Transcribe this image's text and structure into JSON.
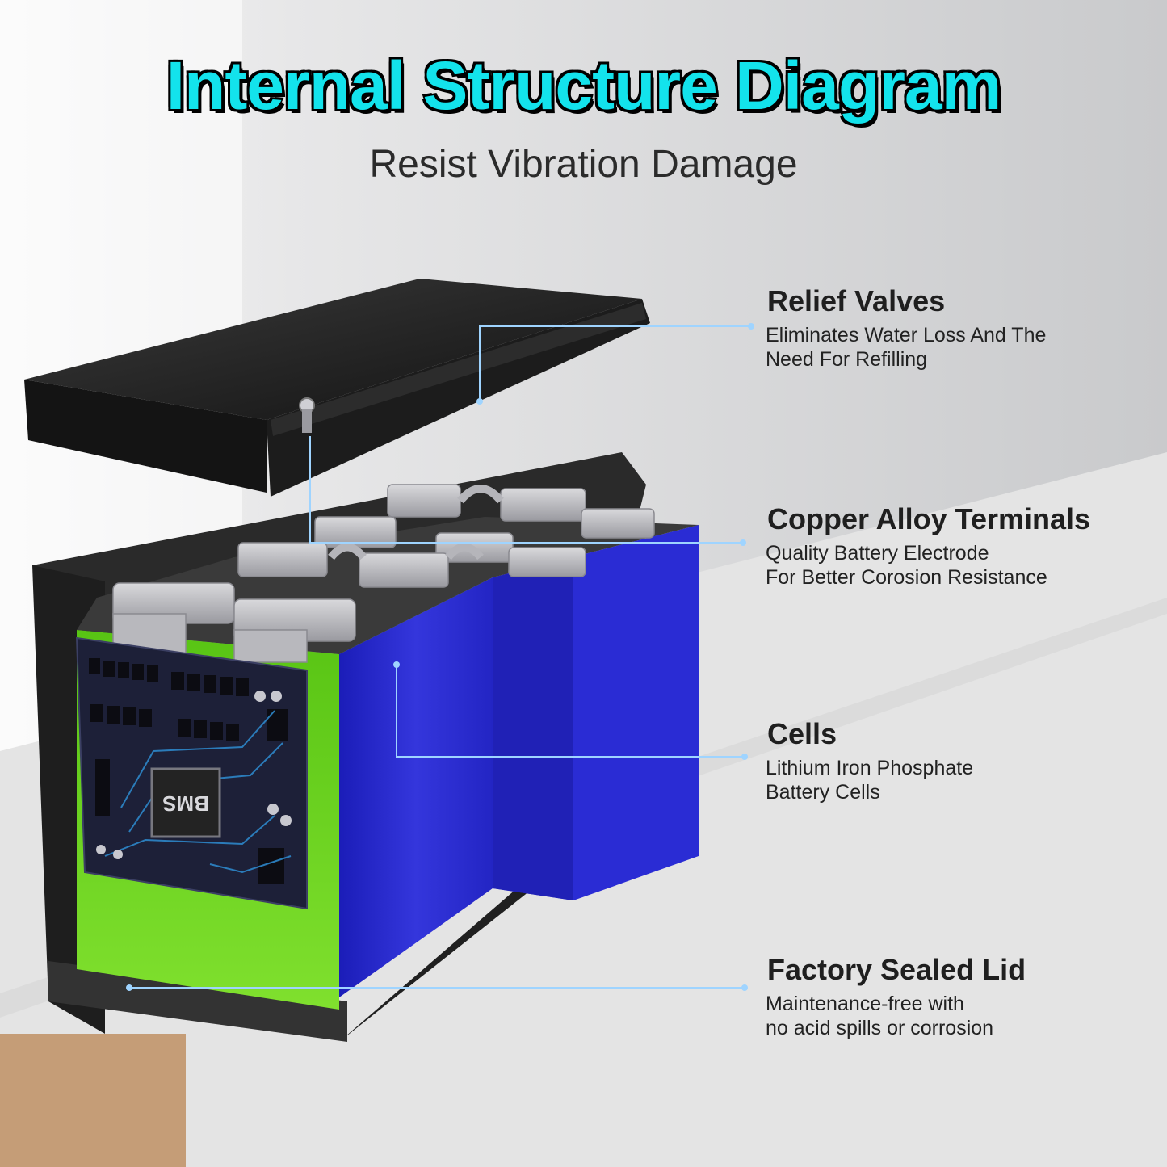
{
  "header": {
    "title": "Internal Structure Diagram",
    "subtitle": "Resist Vibration Damage"
  },
  "bms_label": "BMS",
  "callouts": [
    {
      "title": "Relief Valves",
      "lines": [
        "Eliminates Water Loss And The",
        "Need For Refilling"
      ]
    },
    {
      "title": "Copper Alloy Terminals",
      "lines": [
        "Quality Battery Electrode",
        "For Better Corosion Resistance"
      ]
    },
    {
      "title": "Cells",
      "lines": [
        "Lithium Iron Phosphate",
        "Battery Cells"
      ]
    },
    {
      "title": "Factory Sealed Lid",
      "lines": [
        "Maintenance-free with",
        "no acid spills or corrosion"
      ]
    }
  ],
  "colors": {
    "accent": "#13e3ec",
    "leader_line": "#9fd4ff",
    "cells_blue": "#2d2fd0",
    "cells_green": "#6fd61e",
    "case": "#2a2a2a"
  }
}
